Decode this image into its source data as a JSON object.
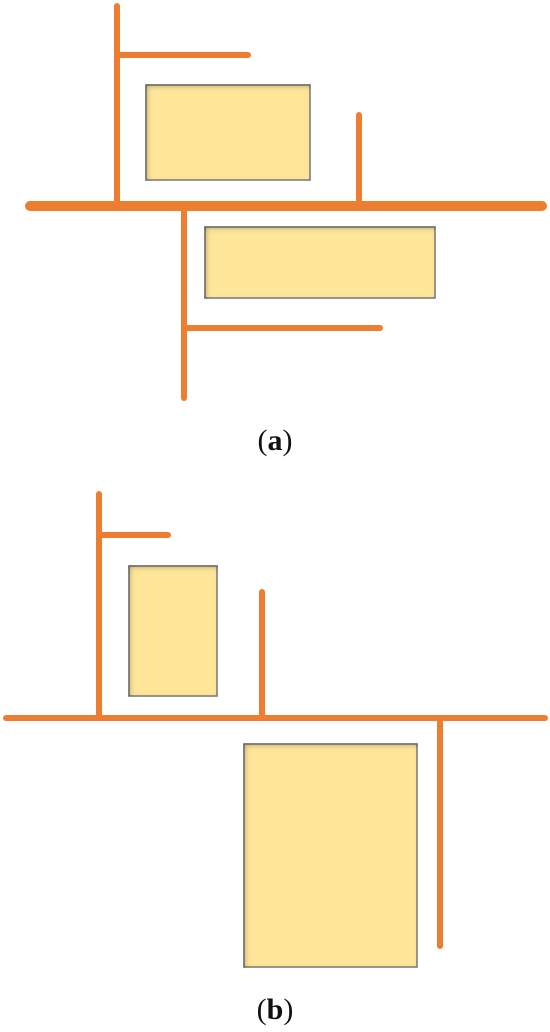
{
  "colors": {
    "road": "#ED7D31",
    "block_fill": "#FFE699",
    "block_stroke": "#7F7F7F",
    "caption_text": "#111111",
    "background": "#FFFFFF"
  },
  "panels": [
    {
      "id": "a",
      "caption": {
        "open": "(",
        "letter": "a",
        "close": ")"
      }
    },
    {
      "id": "b",
      "caption": {
        "open": "(",
        "letter": "b",
        "close": ")"
      }
    }
  ]
}
